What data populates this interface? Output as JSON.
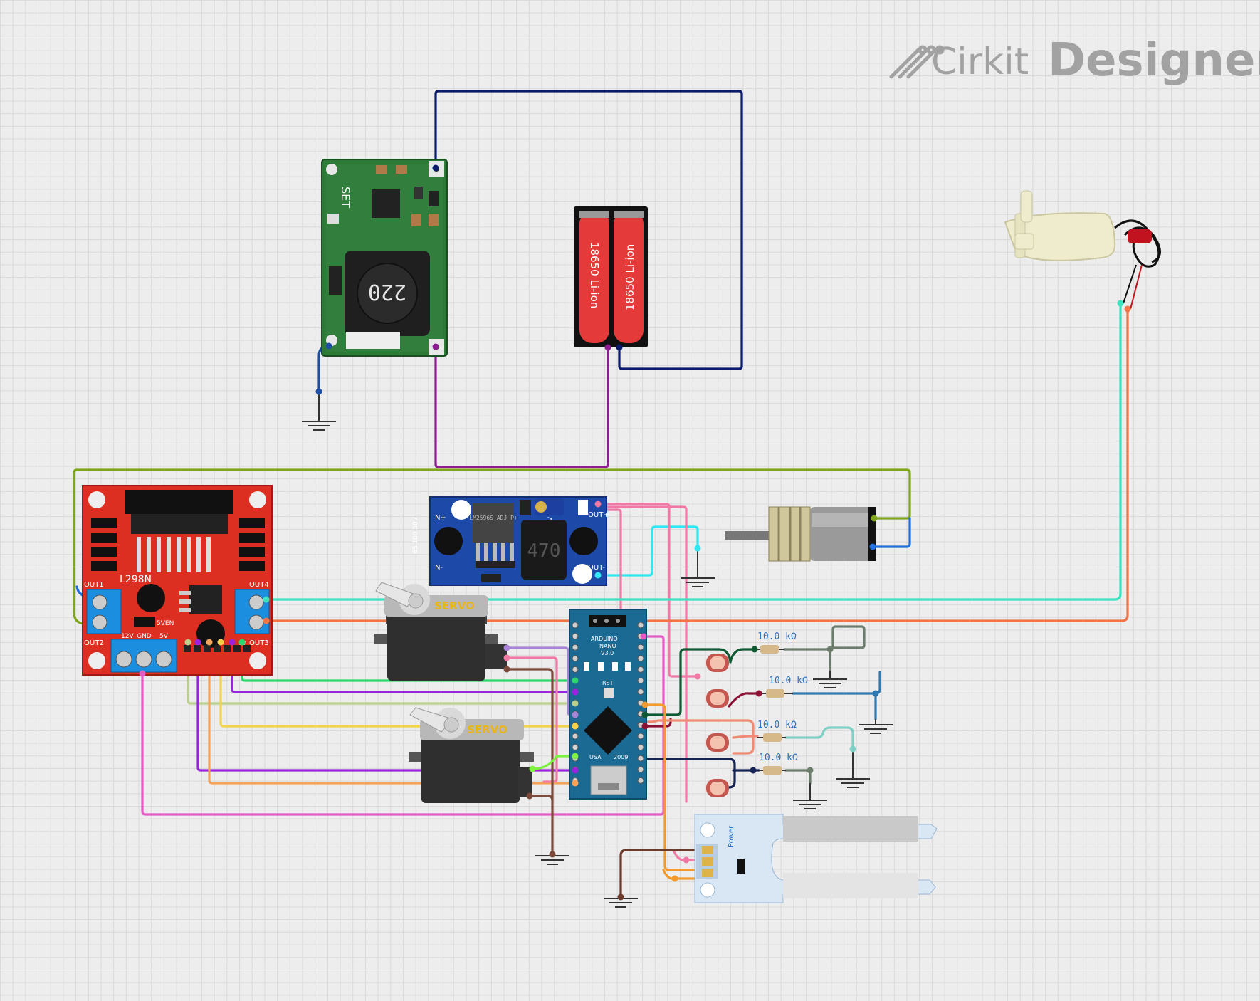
{
  "watermark": {
    "brand": "Cirkit",
    "product": "Designer",
    "color": "#a2a2a2"
  },
  "components": {
    "boost": {
      "name": "boost-converter",
      "label": "SET",
      "inductor": "220"
    },
    "battery": {
      "name": "battery-pack",
      "cell1": "18650 Li-ion",
      "cell2": "18650 Li-ion"
    },
    "buck": {
      "name": "buck-converter",
      "in_plus": "IN+",
      "in_minus": "IN-",
      "out_plus": "OUT+",
      "out_minus": "OUT-",
      "ic": "LM2596S ADJ P+",
      "inductor": "470",
      "cap": "6S 100 50V"
    },
    "driver": {
      "name": "motor-driver",
      "chip": "L298N",
      "out1": "OUT1",
      "out2": "OUT2",
      "out3": "OUT3",
      "out4": "OUT4",
      "v12": "12V",
      "gnd": "GND",
      "v5": "5V",
      "en": "5VEN",
      "sv": "5V"
    },
    "servo1": {
      "name": "servo-top",
      "label": "SERVO"
    },
    "servo2": {
      "name": "servo-bottom",
      "label": "SERVO"
    },
    "nano": {
      "name": "arduino-nano",
      "line1": "ARDUINO",
      "line2": "NANO",
      "line3": "V3.0",
      "usa": "USA",
      "year": "2009",
      "rst": "RST"
    },
    "moisture": {
      "name": "soil-moisture-sensor",
      "power": "Power"
    }
  },
  "resistors": [
    "10.0 kΩ",
    "10.0 kΩ",
    "10.0 kΩ",
    "10.0 kΩ"
  ],
  "wire_colors": {
    "navy": "#0c1a6b",
    "purple": "#8e1d92",
    "blue": "#1f4fa3",
    "olive": "#7fa61c",
    "cyan": "#2ee7f0",
    "teal": "#3be3c0",
    "orange": "#f27548",
    "pink": "#f07aa5",
    "green": "#2cd86b",
    "violet": "#9a22e0",
    "sage": "#b9cf8b",
    "yellow": "#f4d34a",
    "mauve": "#a784d6",
    "lightorange": "#f5a25a",
    "magenta": "#e45bc4",
    "brown": "#7b4a3a",
    "dkgreen": "#0f5a35",
    "crimson": "#8b1135",
    "salmon": "#ef8b74",
    "darknavy": "#162355",
    "lime": "#7df040",
    "gray": "#6b7c6b",
    "steel": "#2f7ab3",
    "seafoam": "#7fd0c5"
  }
}
